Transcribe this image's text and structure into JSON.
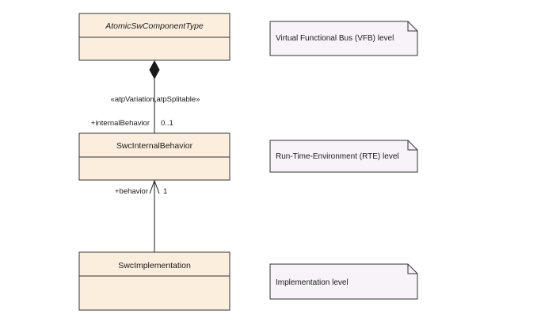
{
  "classes": {
    "atomic_sw_component_type": {
      "name": "AtomicSwComponentType"
    },
    "swc_internal_behavior": {
      "name": "SwcInternalBehavior"
    },
    "swc_implementation": {
      "name": "SwcImplementation"
    }
  },
  "composition": {
    "stereotype": "«atpVariation,atpSplitable»",
    "role": "+internalBehavior",
    "multiplicity": "0..1"
  },
  "dependency": {
    "role": "+behavior",
    "multiplicity": "1"
  },
  "notes": [
    {
      "text": "Virtual Functional Bus (VFB) level"
    },
    {
      "text": "Run-Time-Environment (RTE) level"
    },
    {
      "text": "Implementation level"
    }
  ],
  "colors": {
    "class_fill": "#fbeedd",
    "note_fill": "#f7f3f8",
    "line": "#1a1a1a"
  }
}
